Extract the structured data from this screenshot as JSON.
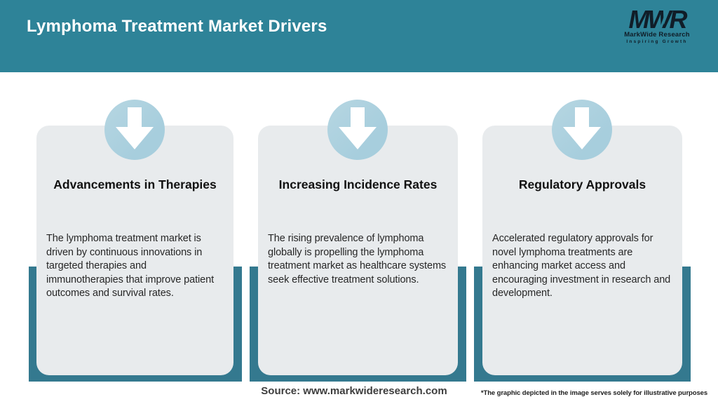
{
  "header": {
    "title": "Lymphoma Treatment Market Drivers",
    "logo": {
      "acronym": "MWR",
      "company": "MarkWide Research",
      "tagline": "Inspiring Growth"
    }
  },
  "cards": [
    {
      "icon": "down-arrow-icon",
      "title": "Advancements in Therapies",
      "description": "The lymphoma treatment market is driven by continuous innovations in targeted therapies and immunotherapies that improve patient outcomes and survival rates."
    },
    {
      "icon": "down-arrow-icon",
      "title": "Increasing Incidence Rates",
      "description": "The rising prevalence of lymphoma globally is propelling the lymphoma treatment market as healthcare systems seek effective treatment solutions."
    },
    {
      "icon": "down-arrow-icon",
      "title": "Regulatory Approvals",
      "description": "Accelerated regulatory approvals for novel lymphoma treatments are enhancing market access and encouraging investment in research and development."
    }
  ],
  "footer": {
    "source": "Source: www.markwideresearch.com",
    "disclaimer": "*The graphic depicted in the image serves solely for illustrative purposes"
  },
  "colors": {
    "header_bg": "#2E8398",
    "tray_teal": "#34798F",
    "card_bg": "#E8EBED",
    "icon_circle": "#ABD0DF",
    "arrow": "#FFFFFF",
    "logo_text": "#101D28",
    "title_text": "#FFFFFF",
    "body_text": "#272727"
  }
}
